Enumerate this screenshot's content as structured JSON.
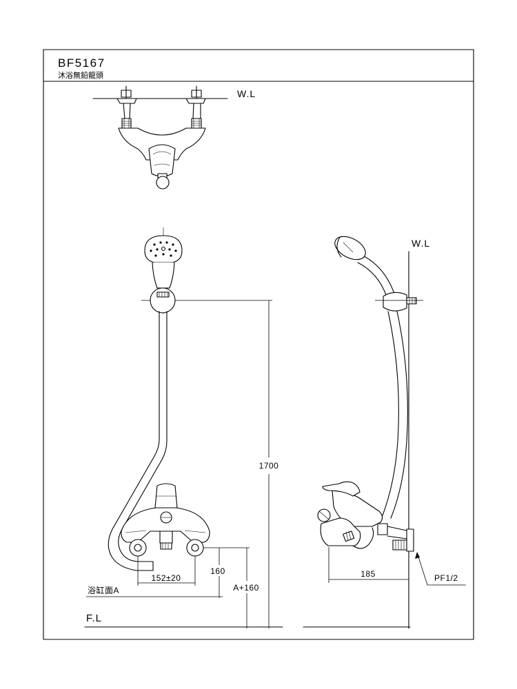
{
  "title_block": {
    "model": "BF5167",
    "product_name": "沐浴無鉛龍頭"
  },
  "reference_lines": {
    "wall_line_plan": "W.L",
    "wall_line_side": "W.L",
    "floor_line": "F.L",
    "bathtub_rim": "浴缸面A"
  },
  "dimensions": {
    "holder_height": "1700",
    "rim_offset": "160",
    "inlet_height": "A+160",
    "inlet_spacing": "152±20",
    "wall_projection": "185",
    "thread_spec": "PF1/2"
  }
}
